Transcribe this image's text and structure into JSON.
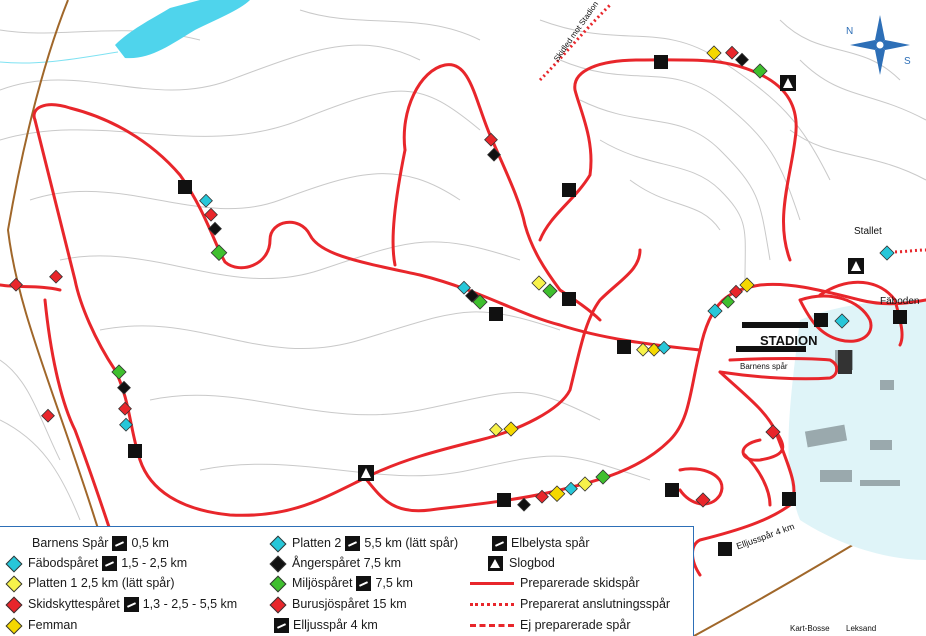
{
  "map_labels": {
    "stadion": "STADION",
    "barnens_spar": "Barnens spår",
    "stallet": "Stallet",
    "faboden": "Fäboden",
    "elljusspar": "Elljusspår 4 km",
    "skidled": "Skidled mot Stadion",
    "kart_bosse": "Kart-Bosse",
    "leksand": "Leksand",
    "compass_n": "N",
    "compass_s": "S"
  },
  "legend": {
    "col1": [
      {
        "label": "Barnens Spår",
        "km": "0,5 km",
        "color": ""
      },
      {
        "label": "Fäbodspåret",
        "km": "1,5 - 2,5 km",
        "color": "#27c7d9"
      },
      {
        "label": "Platten 1   2,5 km (lätt spår)",
        "km": "",
        "color": "#f7f24a"
      },
      {
        "label": "Skidskyttespåret",
        "km": "1,3 - 2,5 - 5,5 km",
        "color": "#e8262b"
      },
      {
        "label": "Femman",
        "km": "",
        "color": "#f5d800"
      }
    ],
    "col2": [
      {
        "label": "Platten 2",
        "km": "5,5 km (lätt spår)",
        "color": "#27c7d9"
      },
      {
        "label": "Ångerspåret   7,5 km",
        "km": "",
        "color": "#111111"
      },
      {
        "label": "Miljöspåret",
        "km": "7,5 km",
        "color": "#3fbf2e"
      },
      {
        "label": "Burusjöspåret  15 km",
        "km": "",
        "color": "#e8262b"
      },
      {
        "label": "Elljusspår  4 km",
        "km": "",
        "color": ""
      }
    ],
    "col3": [
      {
        "label": "Elbelysta spår",
        "type": "ski"
      },
      {
        "label": "Slogbod",
        "type": "tri"
      },
      {
        "label": "Preparerade skidspår",
        "type": "solid"
      },
      {
        "label": "Preparerat anslutningsspår",
        "type": "dot"
      },
      {
        "label": "Ej preparerade spår",
        "type": "dash"
      }
    ]
  },
  "colors": {
    "trail": "#e8262b",
    "lake": "#4fd4ec",
    "contour": "#c4c4c4",
    "road": "#a0672a",
    "water_area": "#dff4f8",
    "legend_border": "#2d6fb7"
  }
}
